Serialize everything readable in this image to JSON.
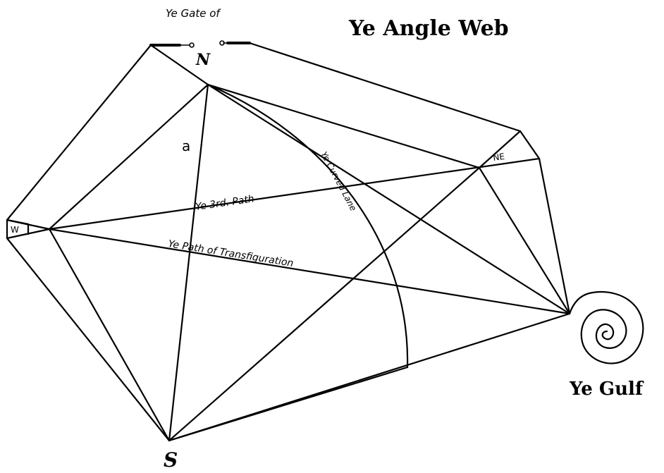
{
  "title": "Ye Angle Web",
  "labels": {
    "gate": "Ye Gate of",
    "north": "N",
    "south": "S",
    "west": "W",
    "northeast": "NE",
    "point_a": "a",
    "third_path": "Ye 3rd. Path",
    "path_transfiguration": "Ye Path of Transfiguration",
    "curve": "Ye Curved Lane",
    "gulf": "Ye Gulf"
  },
  "colors": {
    "ink": "#000000",
    "paper": "#ffffff"
  }
}
